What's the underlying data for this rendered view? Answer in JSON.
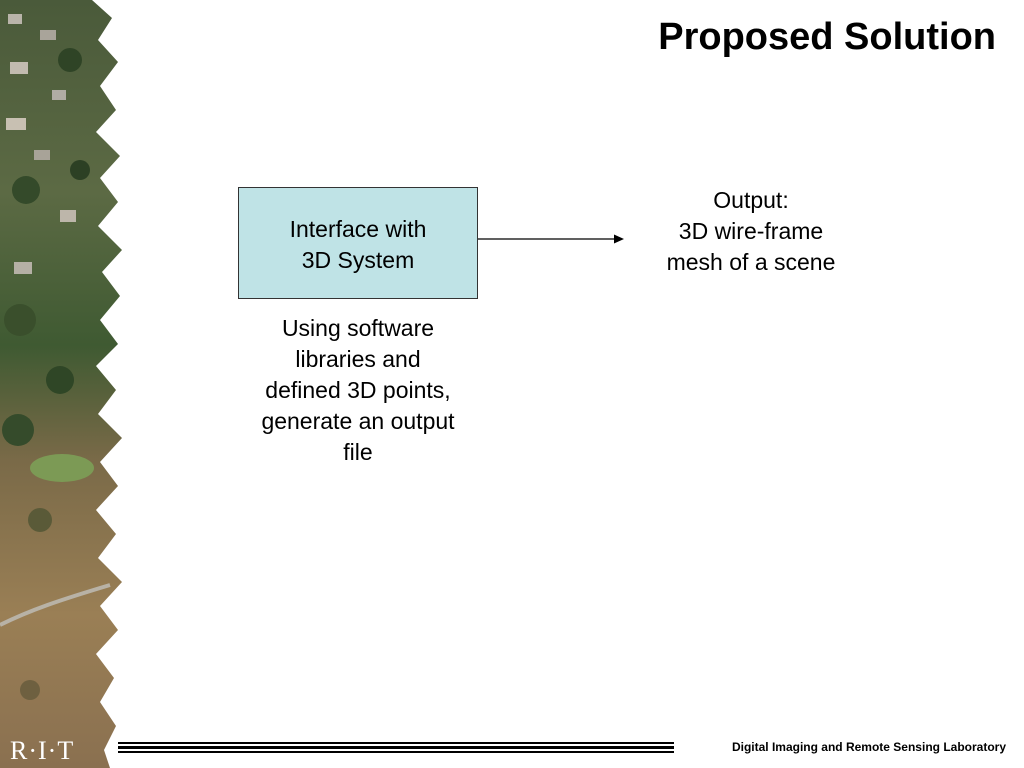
{
  "slide": {
    "title": "Proposed Solution"
  },
  "diagram": {
    "process_box": {
      "lines": [
        "Interface with",
        "3D System"
      ],
      "fill_color": "#bfe3e6"
    },
    "process_description": {
      "lines": [
        "Using software",
        "libraries and",
        "defined 3D points,",
        "generate an output",
        "file"
      ]
    },
    "output": {
      "lines": [
        "Output:",
        "3D wire-frame",
        "mesh of a scene"
      ]
    }
  },
  "footer": {
    "lab_name": "Digital Imaging and Remote Sensing Laboratory",
    "logo_text": "R·I·T"
  }
}
